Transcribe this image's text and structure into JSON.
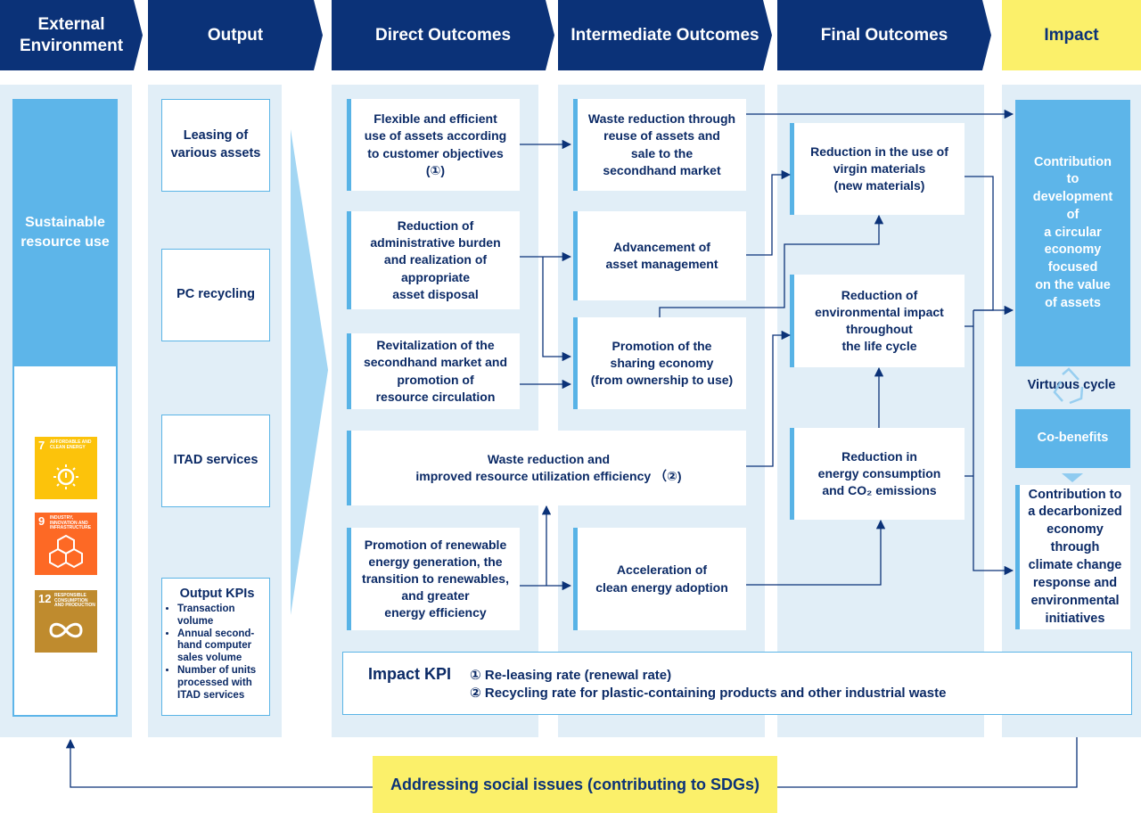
{
  "headers": {
    "external_environment": "External\nEnvironment",
    "output": "Output",
    "direct_outcomes": "Direct Outcomes",
    "intermediate_outcomes": "Intermediate Outcomes",
    "final_outcomes": "Final Outcomes",
    "impact": "Impact"
  },
  "external": {
    "sustainable": "Sustainable\nresource use",
    "sdgs": [
      {
        "num": "7",
        "label": "AFFORDABLE AND CLEAN ENERGY",
        "color": "#fcc30b"
      },
      {
        "num": "9",
        "label": "INDUSTRY, INNOVATION AND INFRASTRUCTURE",
        "color": "#fd6925"
      },
      {
        "num": "12",
        "label": "RESPONSIBLE CONSUMPTION AND PRODUCTION",
        "color": "#bf8b2e"
      }
    ]
  },
  "output": {
    "items": [
      "Leasing of\nvarious assets",
      "PC recycling",
      "ITAD services"
    ],
    "kpi_title": "Output KPIs",
    "kpi_items": [
      "Transaction volume",
      "Annual second-hand computer sales volume",
      "Number of units processed with ITAD services"
    ]
  },
  "direct": {
    "d1": "Flexible and efficient\nuse of assets according\nto customer objectives\n(①)",
    "d2": "Reduction of\nadministrative burden\nand realization of\nappropriate\nasset disposal",
    "d3": "Revitalization of the\nsecondhand market and\npromotion of\nresource circulation",
    "d4": "Waste reduction and\nimproved resource utilization efficiency （②)",
    "d5": "Promotion of renewable\nenergy generation, the\ntransition to renewables,\nand greater\nenergy efficiency"
  },
  "intermediate": {
    "i1": "Waste reduction through\nreuse of assets and\nsale to the\nsecondhand market",
    "i2": "Advancement of\nasset management",
    "i3": "Promotion of the\nsharing economy\n(from ownership to use)",
    "i4": "Acceleration of\nclean energy adoption"
  },
  "final": {
    "f1": "Reduction in the use of\nvirgin materials\n(new materials)",
    "f2": "Reduction of\nenvironmental impact\nthroughout\nthe life cycle",
    "f3": "Reduction in\nenergy consumption\nand CO₂ emissions"
  },
  "impact": {
    "circular": "Contribution\nto\ndevelopment\nof\na circular\neconomy\nfocused\non the value\nof assets",
    "virtuous": "Virtuous cycle",
    "cobenefits": "Co-benefits",
    "decarbon": "Contribution to\na decarbonized\neconomy through\nclimate change\nresponse and\nenvironmental\ninitiatives"
  },
  "impact_kpi": {
    "title": "Impact KPI",
    "items": [
      "① Re-leasing rate (renewal rate)",
      "② Recycling rate for plastic-containing products and other industrial waste"
    ]
  },
  "bottom": {
    "label": "Addressing social issues (contributing to SDGs)"
  },
  "colors": {
    "navy": "#0b3278",
    "sky": "#5db5e9",
    "pale": "#e1eef7",
    "yellow": "#fbf06a"
  }
}
